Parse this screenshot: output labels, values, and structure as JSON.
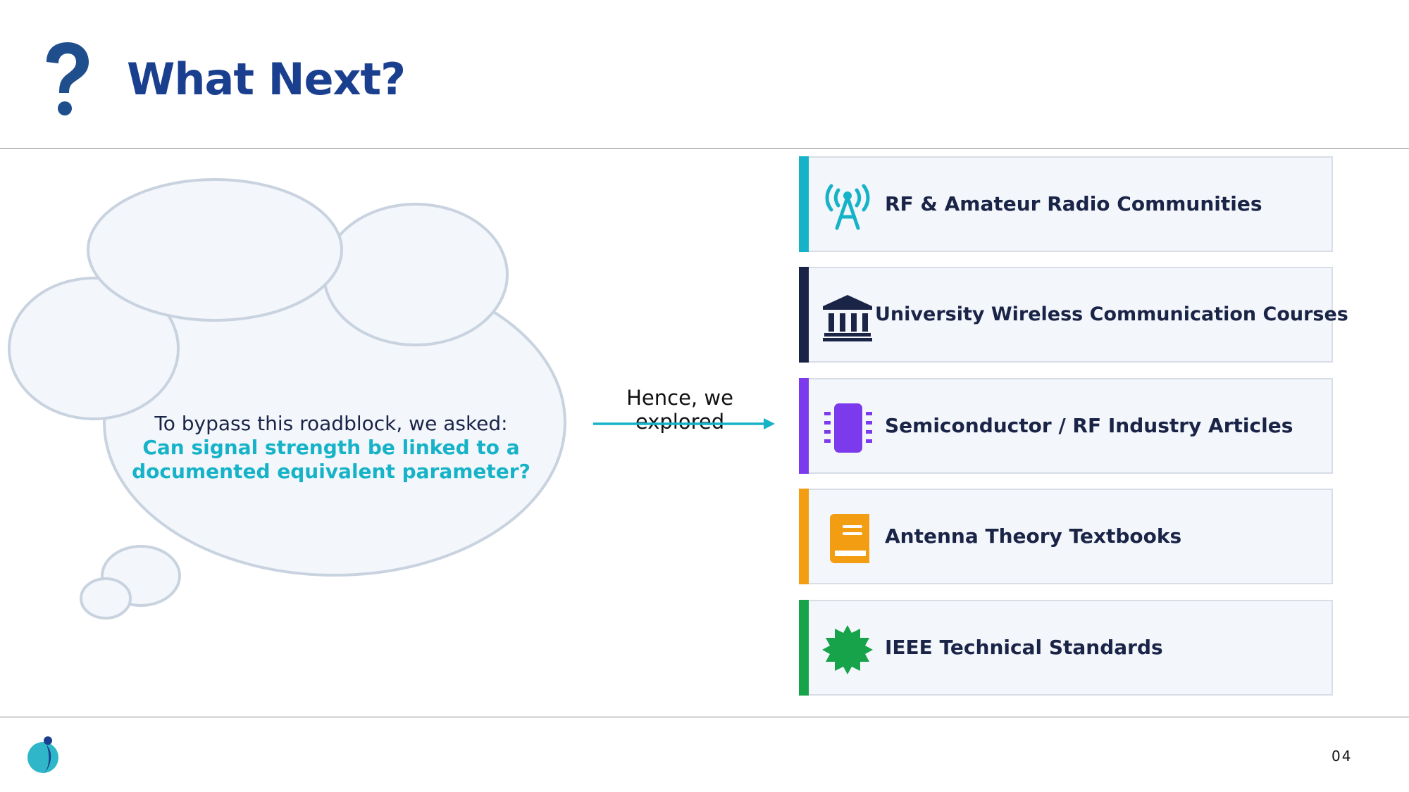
{
  "slide": {
    "title": "What Next?",
    "page_number": "04"
  },
  "thought": {
    "intro": "To bypass this roadblock, we asked:",
    "question_line1": "Can signal strength be linked to a",
    "question_line2": "documented equivalent parameter?"
  },
  "connector": {
    "label": "Hence, we explored"
  },
  "sources": [
    {
      "label": "RF & Amateur Radio Communities",
      "icon": "antenna-icon",
      "color": "#16b3c8"
    },
    {
      "label": "University Wireless Communication Courses",
      "icon": "university-icon",
      "color": "#1a2447"
    },
    {
      "label": "Semiconductor / RF Industry Articles",
      "icon": "chip-icon",
      "color": "#7c3aed"
    },
    {
      "label": "Antenna Theory Textbooks",
      "icon": "book-icon",
      "color": "#f29d12"
    },
    {
      "label": "IEEE Technical Standards",
      "icon": "badge-icon",
      "color": "#16a34a"
    }
  ],
  "colors": {
    "title": "#1b3f8f",
    "accent": "#16b3c8",
    "text": "#1a2447"
  }
}
